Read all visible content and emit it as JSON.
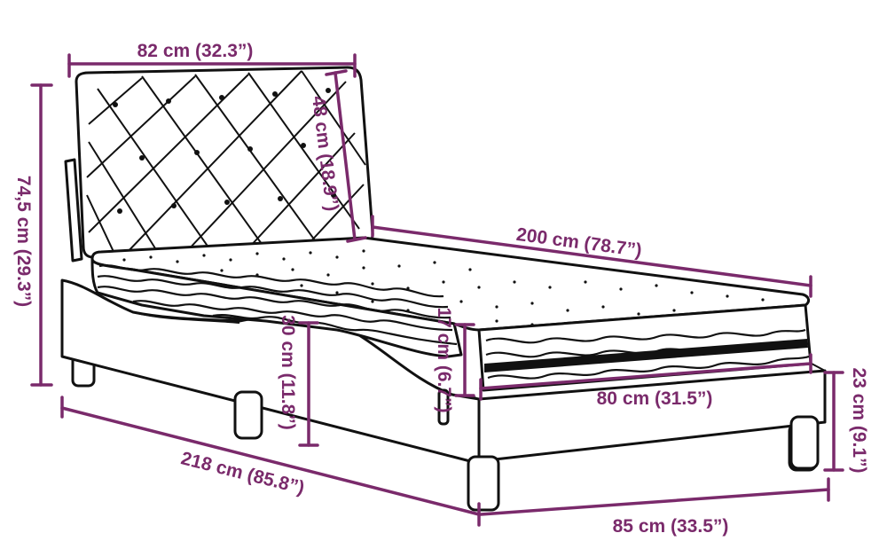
{
  "dimensions": {
    "headboard_width": "82 cm (32.3”)",
    "headboard_height": "48 cm (18.9”)",
    "total_height": "74,5 cm (29.3”)",
    "length_inner": "200 cm (78.7”)",
    "side_height": "30 cm (11.8”)",
    "mattress_thickness": "17 cm (6.7”)",
    "width_inner": "80 cm (31.5”)",
    "leg_height": "23 cm (9.1”)",
    "total_length": "218 cm (85.8”)",
    "total_width": "85 cm (33.5”)"
  },
  "colors": {
    "dimension": "#7a2a6b",
    "outline": "#111111",
    "background": "#ffffff"
  }
}
